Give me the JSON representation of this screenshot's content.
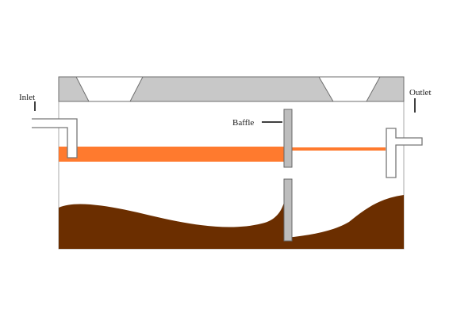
{
  "labels": {
    "inlet": "Inlet",
    "outlet": "Outlet",
    "baffle": "Baffle"
  },
  "colors": {
    "lid": "#c8c8c8",
    "lid_outline": "#6e6e6e",
    "scum_layer": "#ff7a2e",
    "sludge": "#6b2e00",
    "tank_outline": "#a8a8a8",
    "pipe_fill": "#ffffff",
    "pipe_stroke": "#777777",
    "baffle_fill": "#bdbdbd",
    "baffle_stroke": "#666666",
    "tick": "#000000"
  }
}
